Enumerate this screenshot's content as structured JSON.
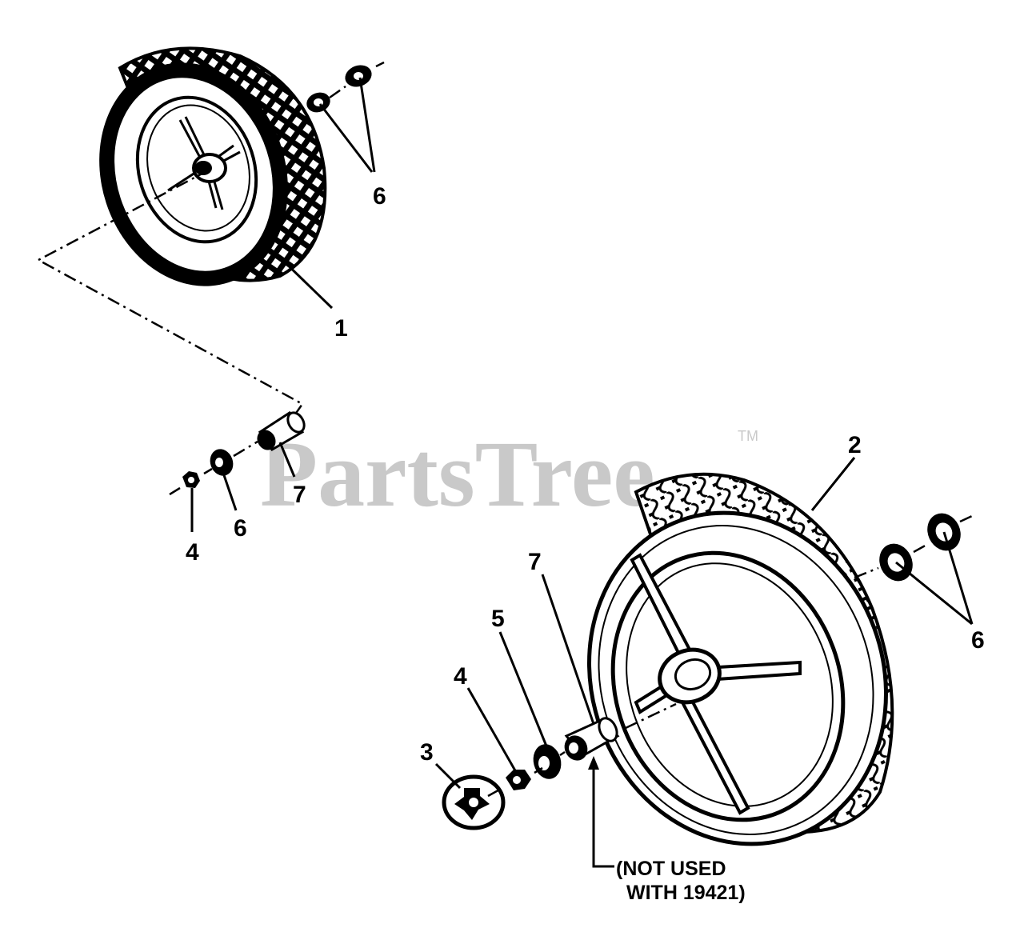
{
  "watermark": {
    "text": "PartsTree",
    "mark": "TM"
  },
  "callouts": {
    "wheel_small": "1",
    "wheel_large": "2",
    "hubcap": "3",
    "nut_small": "4",
    "nut_large": "4",
    "washer_flat": "5",
    "washers_top": "6",
    "washer_left": "6",
    "washers_right": "6",
    "spacer_left": "7",
    "spacer_right": "7"
  },
  "note": {
    "line1": "(NOT USED",
    "line2": "WITH 19421)"
  }
}
